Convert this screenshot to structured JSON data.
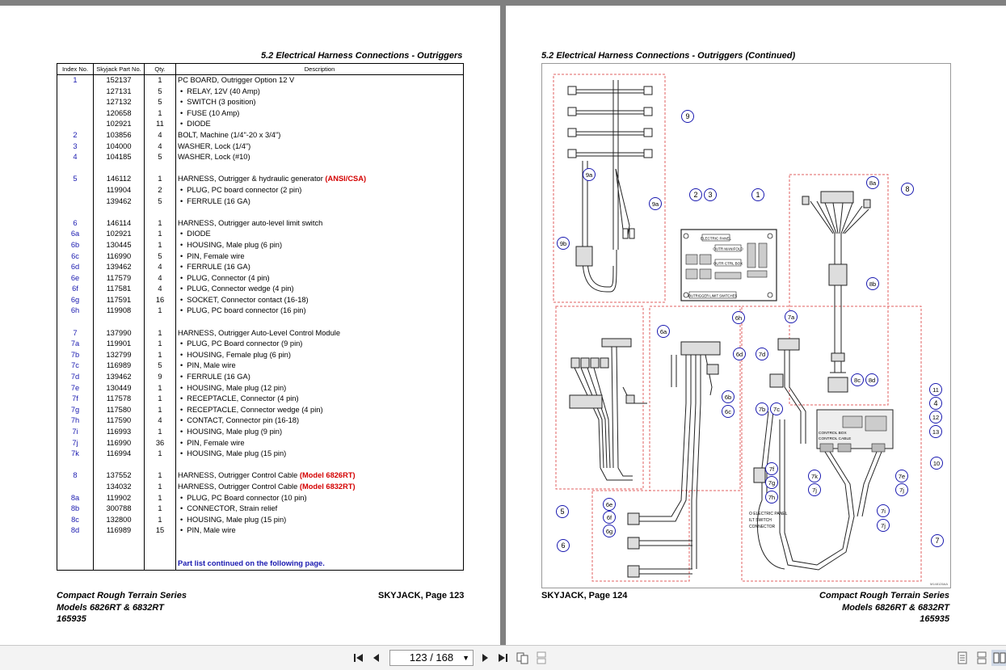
{
  "left_page": {
    "section_title": "5.2  Electrical Harness Connections - Outriggers",
    "columns": {
      "index": "Index No.",
      "part": "Skyjack Part No.",
      "qty": "Qty.",
      "desc": "Description"
    },
    "rows": [
      {
        "idx": "1",
        "pn": "152137",
        "qty": "1",
        "desc": "PC BOARD, Outrigger Option 12 V",
        "bullet": false
      },
      {
        "idx": "",
        "pn": "127131",
        "qty": "5",
        "desc": "RELAY, 12V (40 Amp)",
        "bullet": true
      },
      {
        "idx": "",
        "pn": "127132",
        "qty": "5",
        "desc": "SWITCH (3 position)",
        "bullet": true
      },
      {
        "idx": "",
        "pn": "120658",
        "qty": "1",
        "desc": "FUSE (10 Amp)",
        "bullet": true
      },
      {
        "idx": "",
        "pn": "102921",
        "qty": "11",
        "desc": "DIODE",
        "bullet": true
      },
      {
        "idx": "2",
        "pn": "103856",
        "qty": "4",
        "desc": "BOLT, Machine (1/4\"-20 x 3/4\")",
        "bullet": false
      },
      {
        "idx": "3",
        "pn": "104000",
        "qty": "4",
        "desc": "WASHER, Lock (1/4\")",
        "bullet": false
      },
      {
        "idx": "4",
        "pn": "104185",
        "qty": "5",
        "desc": "WASHER, Lock (#10)",
        "bullet": false
      },
      {
        "idx": "",
        "pn": "",
        "qty": "",
        "desc": "",
        "bullet": false
      },
      {
        "idx": "5",
        "pn": "146112",
        "qty": "1",
        "desc": "HARNESS, Outrigger & hydraulic generator",
        "bullet": false,
        "red": "(ANSI/CSA)"
      },
      {
        "idx": "",
        "pn": "119904",
        "qty": "2",
        "desc": "PLUG, PC board connector (2 pin)",
        "bullet": true
      },
      {
        "idx": "",
        "pn": "139462",
        "qty": "5",
        "desc": "FERRULE (16 GA)",
        "bullet": true
      },
      {
        "idx": "",
        "pn": "",
        "qty": "",
        "desc": "",
        "bullet": false
      },
      {
        "idx": "6",
        "pn": "146114",
        "qty": "1",
        "desc": "HARNESS, Outrigger auto-level limit switch",
        "bullet": false
      },
      {
        "idx": "6a",
        "pn": "102921",
        "qty": "1",
        "desc": "DIODE",
        "bullet": true
      },
      {
        "idx": "6b",
        "pn": "130445",
        "qty": "1",
        "desc": "HOUSING, Male plug (6 pin)",
        "bullet": true
      },
      {
        "idx": "6c",
        "pn": "116990",
        "qty": "5",
        "desc": "PIN, Female wire",
        "bullet": true
      },
      {
        "idx": "6d",
        "pn": "139462",
        "qty": "4",
        "desc": "FERRULE (16 GA)",
        "bullet": true
      },
      {
        "idx": "6e",
        "pn": "117579",
        "qty": "4",
        "desc": "PLUG, Connector (4 pin)",
        "bullet": true
      },
      {
        "idx": "6f",
        "pn": "117581",
        "qty": "4",
        "desc": "PLUG, Connector wedge (4 pin)",
        "bullet": true
      },
      {
        "idx": "6g",
        "pn": "117591",
        "qty": "16",
        "desc": "SOCKET, Connector contact (16-18)",
        "bullet": true
      },
      {
        "idx": "6h",
        "pn": "119908",
        "qty": "1",
        "desc": "PLUG, PC board connector (16 pin)",
        "bullet": true
      },
      {
        "idx": "",
        "pn": "",
        "qty": "",
        "desc": "",
        "bullet": false
      },
      {
        "idx": "7",
        "pn": "137990",
        "qty": "1",
        "desc": "HARNESS, Outrigger Auto-Level Control Module",
        "bullet": false
      },
      {
        "idx": "7a",
        "pn": "119901",
        "qty": "1",
        "desc": "PLUG, PC Board connector (9 pin)",
        "bullet": true
      },
      {
        "idx": "7b",
        "pn": "132799",
        "qty": "1",
        "desc": "HOUSING, Female plug (6 pin)",
        "bullet": true
      },
      {
        "idx": "7c",
        "pn": "116989",
        "qty": "5",
        "desc": "PIN, Male wire",
        "bullet": true
      },
      {
        "idx": "7d",
        "pn": "139462",
        "qty": "9",
        "desc": "FERRULE (16 GA)",
        "bullet": true
      },
      {
        "idx": "7e",
        "pn": "130449",
        "qty": "1",
        "desc": "HOUSING, Male plug (12 pin)",
        "bullet": true
      },
      {
        "idx": "7f",
        "pn": "117578",
        "qty": "1",
        "desc": "RECEPTACLE, Connector (4 pin)",
        "bullet": true
      },
      {
        "idx": "7g",
        "pn": "117580",
        "qty": "1",
        "desc": "RECEPTACLE, Connector wedge (4 pin)",
        "bullet": true
      },
      {
        "idx": "7h",
        "pn": "117590",
        "qty": "4",
        "desc": "CONTACT, Connector pin (16-18)",
        "bullet": true
      },
      {
        "idx": "7i",
        "pn": "116993",
        "qty": "1",
        "desc": "HOUSING, Male plug (9 pin)",
        "bullet": true
      },
      {
        "idx": "7j",
        "pn": "116990",
        "qty": "36",
        "desc": "PIN, Female wire",
        "bullet": true
      },
      {
        "idx": "7k",
        "pn": "116994",
        "qty": "1",
        "desc": "HOUSING, Male plug (15 pin)",
        "bullet": true
      },
      {
        "idx": "",
        "pn": "",
        "qty": "",
        "desc": "",
        "bullet": false
      },
      {
        "idx": "8",
        "pn": "137552",
        "qty": "1",
        "desc": "HARNESS, Outrigger Control Cable",
        "bullet": false,
        "red": "(Model 6826RT)"
      },
      {
        "idx": "",
        "pn": "134032",
        "qty": "1",
        "desc": "HARNESS, Outrigger Control Cable",
        "bullet": false,
        "red": "(Model 6832RT)"
      },
      {
        "idx": "8a",
        "pn": "119902",
        "qty": "1",
        "desc": "PLUG, PC Board connector (10 pin)",
        "bullet": true
      },
      {
        "idx": "8b",
        "pn": "300788",
        "qty": "1",
        "desc": "CONNECTOR, Strain relief",
        "bullet": true
      },
      {
        "idx": "8c",
        "pn": "132800",
        "qty": "1",
        "desc": "HOUSING, Male plug (15 pin)",
        "bullet": true
      },
      {
        "idx": "8d",
        "pn": "116989",
        "qty": "15",
        "desc": "PIN, Male wire",
        "bullet": true
      }
    ],
    "continued_note": "Part list continued on the following page.",
    "footer_series": "Compact Rough Terrain Series",
    "footer_models": "Models 6826RT & 6832RT",
    "footer_doc": "165935",
    "page_label": "SKYJACK, Page 123"
  },
  "right_page": {
    "section_title": "5.2  Electrical Harness Connections - Outriggers (Continued)",
    "page_label": "SKYJACK, Page 124",
    "footer_series": "Compact Rough Terrain Series",
    "footer_models": "Models 6826RT & 6832RT",
    "footer_doc": "165935",
    "diagram": {
      "labels": {
        "electric_panel": "ELECTRIC PANEL",
        "outr_manifold": "OUTR MANIFOLD",
        "outr_ctrl_box": "OUTR CTRL BOX",
        "limit_switches": "OUTRIGGER LIMIT SWITCHES",
        "control_box": "CONTROL BOX",
        "control_cable": "CONTROL CABLE",
        "electric_panel_connector": "O ELECTRIC PANEL",
        "lt_switch": "ILT SWITCH",
        "connector": "CONNECTOR",
        "drawing_no": "M148126AA"
      },
      "callouts": [
        "9",
        "9a",
        "9a",
        "9b",
        "2",
        "3",
        "1",
        "8a",
        "8",
        "8b",
        "8c",
        "8d",
        "11",
        "4",
        "12",
        "13",
        "10",
        "6a",
        "6h",
        "6d",
        "7a",
        "7d",
        "7b",
        "7c",
        "6b",
        "6c",
        "7f",
        "7g",
        "7h",
        "7k",
        "7j",
        "7e",
        "7j",
        "7i",
        "7j",
        "5",
        "6e",
        "6f",
        "6g",
        "6",
        "7"
      ]
    }
  },
  "toolbar": {
    "page_display": "123 / 168",
    "colors": {
      "bg": "#f3f3f3",
      "page_bg": "#808080"
    }
  }
}
